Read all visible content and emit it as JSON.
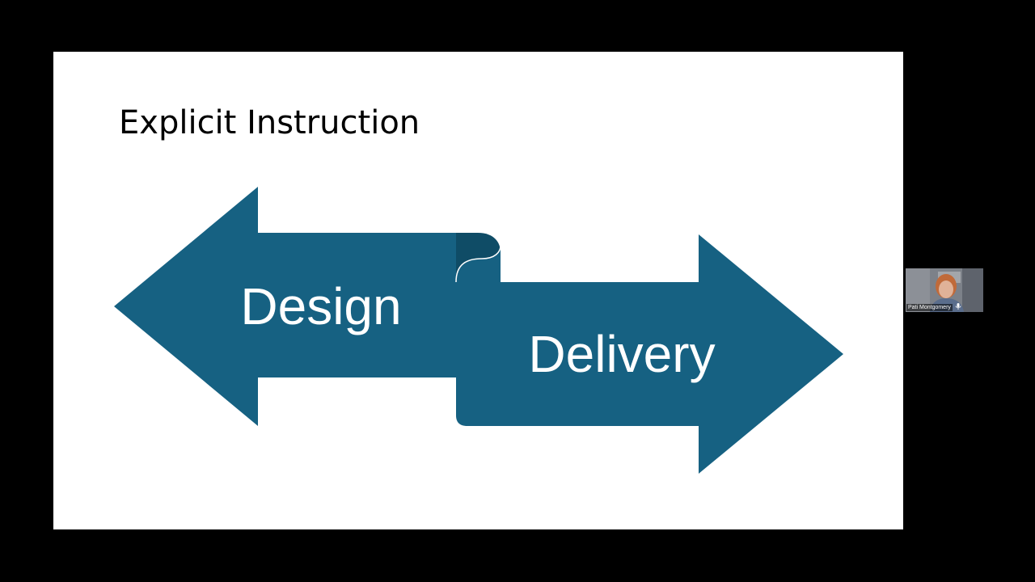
{
  "slide": {
    "title": "Explicit Instruction",
    "diagram": {
      "left_arrow_label": "Design",
      "right_arrow_label": "Delivery"
    }
  },
  "meeting": {
    "participant_name": "Pati Montgomery"
  },
  "colors": {
    "background": "#000000",
    "slide_background": "#ffffff",
    "arrow_fill": "#166182",
    "arrow_fold_shadow": "#0f4c66",
    "arrow_text": "#ffffff",
    "title_text": "#000000"
  },
  "icons": {
    "speaking_indicator": "microphone-active-icon"
  }
}
